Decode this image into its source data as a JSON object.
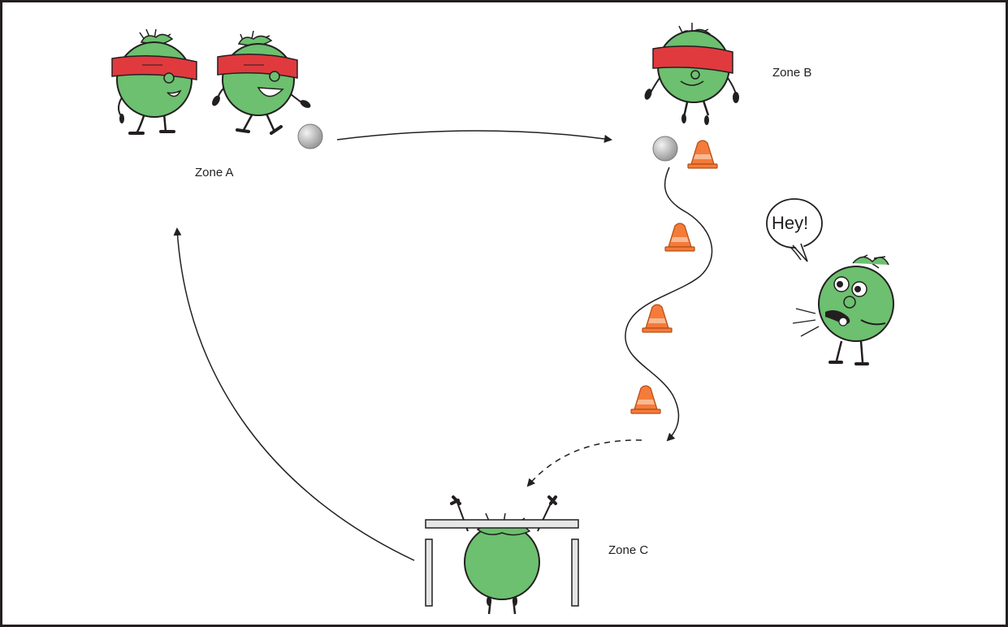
{
  "zones": {
    "a_label": "Zone A",
    "b_label": "Zone B",
    "c_label": "Zone C"
  },
  "speech": {
    "text": "Hey!"
  },
  "colors": {
    "tomato_green": "#6cc06f",
    "blindfold_red": "#e03a3e",
    "cone_orange": "#f47b3a",
    "ball_grey": "#bfbfbf",
    "line": "#231f20"
  }
}
